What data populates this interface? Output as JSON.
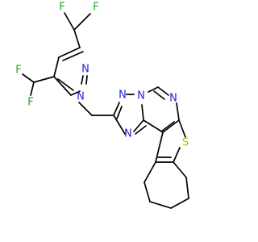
{
  "molecule": {
    "colors": {
      "bond": "#000000",
      "fluorine": "#22A722",
      "nitrogen": "#1E1EE6",
      "sulfur": "#BEBE00",
      "background": "#FFFFFF"
    },
    "atom_labels": {
      "f1": "F",
      "f2": "F",
      "f3": "F",
      "f4": "F",
      "n_pz1": "N",
      "n_pz2": "N",
      "n_tz1": "N",
      "n_tz2": "N",
      "n_tz3": "N",
      "n_pyr": "N",
      "s": "S"
    }
  }
}
